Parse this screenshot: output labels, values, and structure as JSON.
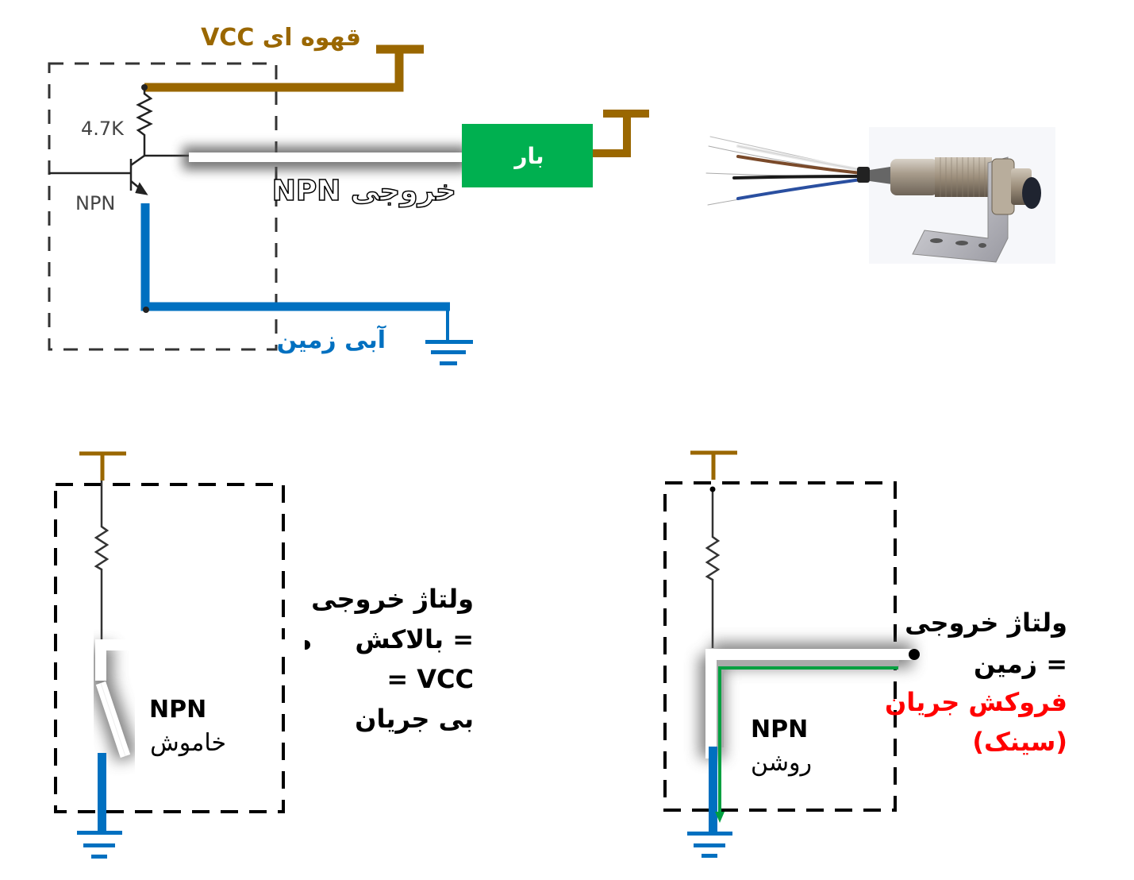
{
  "colors": {
    "vcc": "#9a6700",
    "ground": "#0070c0",
    "load": "#00b050",
    "current_path": "#00a040",
    "sink_text": "#ff0000",
    "text": "#000000",
    "component_label": "#333333"
  },
  "top_diagram": {
    "vcc_label": "قهوه ای VCC",
    "resistor_label": "4.7K",
    "transistor_label": "NPN",
    "output_label": "خروجی NPN",
    "load_label": "بار",
    "ground_label": "آبی زمین"
  },
  "sensor_photo": {
    "description": "cylindrical proximity sensor with mounting bracket",
    "wire_colors": [
      "white",
      "brown",
      "black",
      "blue"
    ]
  },
  "off_state": {
    "transistor_label": "NPN",
    "state_label": "خاموش",
    "output_lines": [
      "ولتاژ خروجی",
      "= بالاکش",
      "= VCC",
      "بی جریان"
    ]
  },
  "on_state": {
    "transistor_label": "NPN",
    "state_label": "روشن",
    "output_lines": [
      "ولتاژ خروجی",
      "= زمین"
    ],
    "sink_lines": [
      "فروکش جریان",
      "(سینک)"
    ]
  }
}
